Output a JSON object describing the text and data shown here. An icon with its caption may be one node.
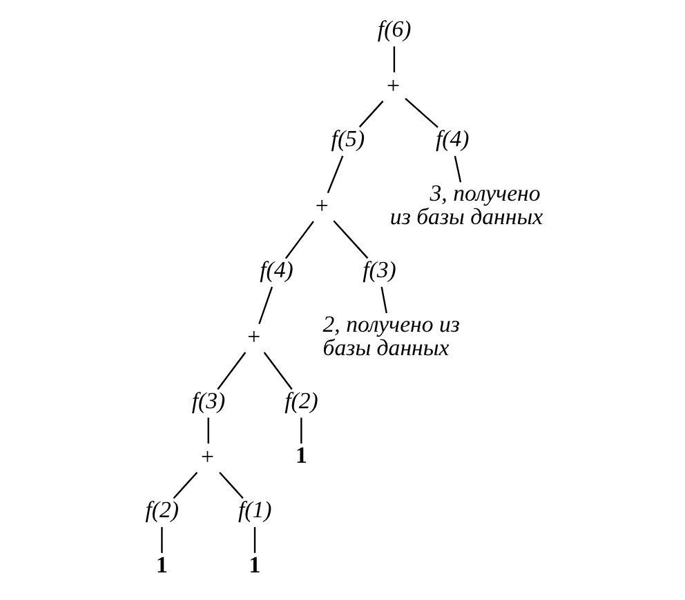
{
  "diagram": {
    "nodes": [
      {
        "text": [
          "f(6)"
        ]
      },
      {
        "text": [
          "+"
        ]
      },
      {
        "text": [
          "f(5)"
        ]
      },
      {
        "text": [
          "f(4)"
        ]
      },
      {
        "text": [
          "+"
        ]
      },
      {
        "text": [
          "3, получено из базы данных"
        ]
      },
      {
        "text": [
          "f(4)"
        ]
      },
      {
        "text": [
          "f(3)"
        ]
      },
      {
        "text": [
          "+"
        ]
      },
      {
        "text": [
          "2, получено из базы данных"
        ]
      },
      {
        "text": [
          "f(3)"
        ]
      },
      {
        "text": [
          "f(2)"
        ]
      },
      {
        "text": [
          "+"
        ]
      },
      {
        "text": [
          "1"
        ]
      },
      {
        "text": [
          "f(2)"
        ]
      },
      {
        "text": [
          "f(1)"
        ]
      },
      {
        "text": [
          "1"
        ]
      },
      {
        "text": [
          "1"
        ]
      }
    ],
    "edges": [
      {
        "from": 0,
        "to": 1,
        "arrow": "none"
      },
      {
        "from": 1,
        "to": 2,
        "arrow": "none"
      },
      {
        "from": 1,
        "to": 3,
        "arrow": "none"
      },
      {
        "from": 2,
        "to": 4,
        "arrow": "none"
      },
      {
        "from": 3,
        "to": 5,
        "arrow": "none"
      },
      {
        "from": 4,
        "to": 6,
        "arrow": "none"
      },
      {
        "from": 4,
        "to": 7,
        "arrow": "none"
      },
      {
        "from": 7,
        "to": 9,
        "arrow": "none"
      },
      {
        "from": 6,
        "to": 8,
        "arrow": "none"
      },
      {
        "from": 8,
        "to": 10,
        "arrow": "none"
      },
      {
        "from": 8,
        "to": 11,
        "arrow": "none"
      },
      {
        "from": 11,
        "to": 13,
        "arrow": "none"
      },
      {
        "from": 10,
        "to": 12,
        "arrow": "none"
      },
      {
        "from": 12,
        "to": 14,
        "arrow": "none"
      },
      {
        "from": 12,
        "to": 15,
        "arrow": "none"
      },
      {
        "from": 14,
        "to": 16,
        "arrow": "none"
      },
      {
        "from": 15,
        "to": 17,
        "arrow": "none"
      }
    ]
  }
}
